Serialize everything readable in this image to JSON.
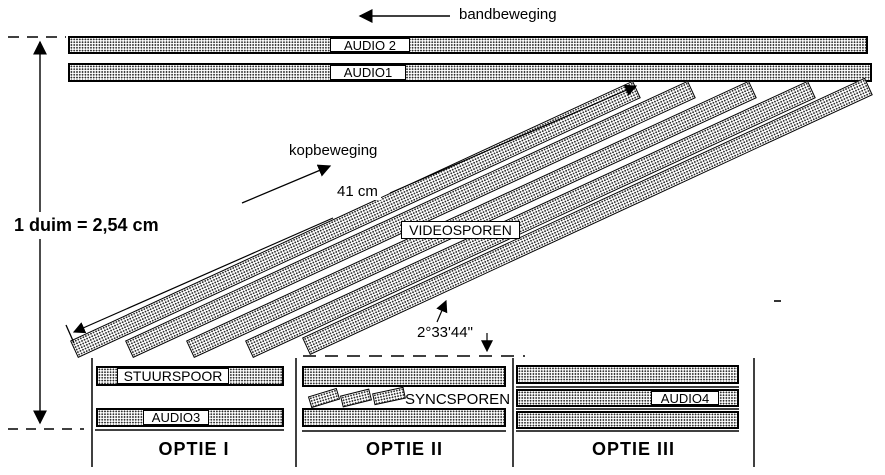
{
  "annotations": {
    "band_movement": "bandbeweging",
    "head_movement": "kopbeweging",
    "scale_note": "1 duim = 2,54 cm",
    "track_length": "41 cm",
    "track_angle": "2°33'44\""
  },
  "tracks": {
    "audio2_label": "AUDIO 2",
    "audio1_label": "AUDIO1",
    "video_label": "VIDEOSPOREN",
    "control_label": "STUURSPOOR",
    "audio3_label": "AUDIO3",
    "sync_label": "SYNCSPOREN",
    "audio4_label": "AUDIO4"
  },
  "options": [
    {
      "label": "OPTIE I"
    },
    {
      "label": "OPTIE II"
    },
    {
      "label": "OPTIE III"
    }
  ],
  "colors": {
    "ink": "#000000",
    "background": "#ffffff",
    "halftone_fill": "#2a2a2a"
  }
}
